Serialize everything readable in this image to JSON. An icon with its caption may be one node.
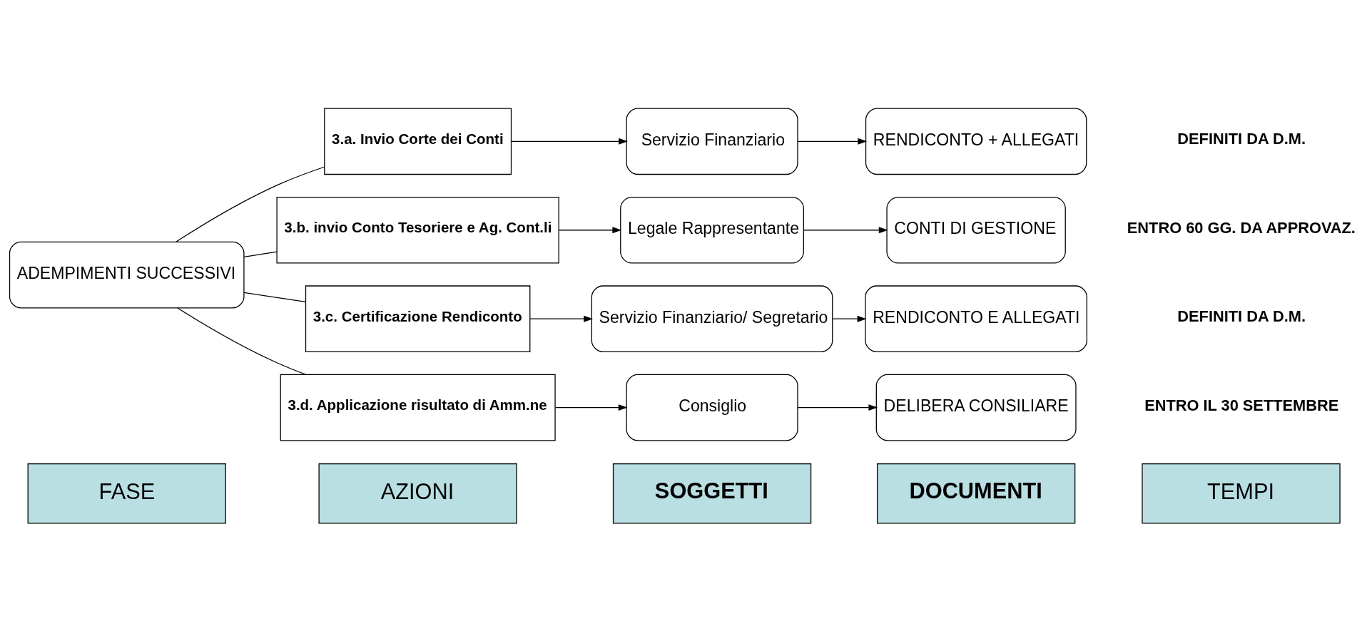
{
  "diagram": {
    "nodes": [
      {
        "text": [
          "FASE"
        ]
      },
      {
        "text": [
          "AZIONI"
        ]
      },
      {
        "text": [
          "SOGGETTI"
        ]
      },
      {
        "text": [
          "DOCUMENTI"
        ]
      },
      {
        "text": [
          "TEMPI"
        ]
      },
      {
        "text": [
          "ADEMPIMENTI SUCCESSIVI"
        ]
      },
      {
        "text": [
          "3.a. Invio Corte dei Conti"
        ]
      },
      {
        "text": [
          "Servizio Finanziario"
        ]
      },
      {
        "text": [
          "RENDICONTO + ALLEGATI"
        ]
      },
      {
        "text": [
          "3.b. invio Conto Tesoriere e Ag. Cont.li"
        ]
      },
      {
        "text": [
          "Legale Rappresentante"
        ]
      },
      {
        "text": [
          "CONTI DI GESTIONE"
        ]
      },
      {
        "text": [
          "3.c. Certificazione Rendiconto"
        ]
      },
      {
        "text": [
          "Servizio Finanziario/ Segretario"
        ]
      },
      {
        "text": [
          "RENDICONTO E ALLEGATI"
        ]
      },
      {
        "text": [
          "3.d. Applicazione risultato di Amm.ne"
        ]
      },
      {
        "text": [
          "Consiglio"
        ]
      },
      {
        "text": [
          "DELIBERA CONSILIARE"
        ]
      }
    ],
    "edges": [
      {
        "from": 5,
        "to": 6,
        "arrow": "none"
      },
      {
        "from": 5,
        "to": 9,
        "arrow": "none"
      },
      {
        "from": 5,
        "to": 12,
        "arrow": "none"
      },
      {
        "from": 5,
        "to": 15,
        "arrow": "none"
      },
      {
        "from": 6,
        "to": 7,
        "arrow": "to"
      },
      {
        "from": 7,
        "to": 8,
        "arrow": "to"
      },
      {
        "from": 9,
        "to": 10,
        "arrow": "to"
      },
      {
        "from": 10,
        "to": 11,
        "arrow": "to"
      },
      {
        "from": 12,
        "to": 13,
        "arrow": "to"
      },
      {
        "from": 13,
        "to": 14,
        "arrow": "to"
      },
      {
        "from": 15,
        "to": 16,
        "arrow": "to"
      },
      {
        "from": 16,
        "to": 17,
        "arrow": "to"
      }
    ],
    "labels": [
      "DEFINITI DA D.M.",
      "ENTRO 60 GG. DA APPROVAZ.",
      "DEFINITI DA D.M.",
      "ENTRO IL 30 SETTEMBRE"
    ]
  }
}
